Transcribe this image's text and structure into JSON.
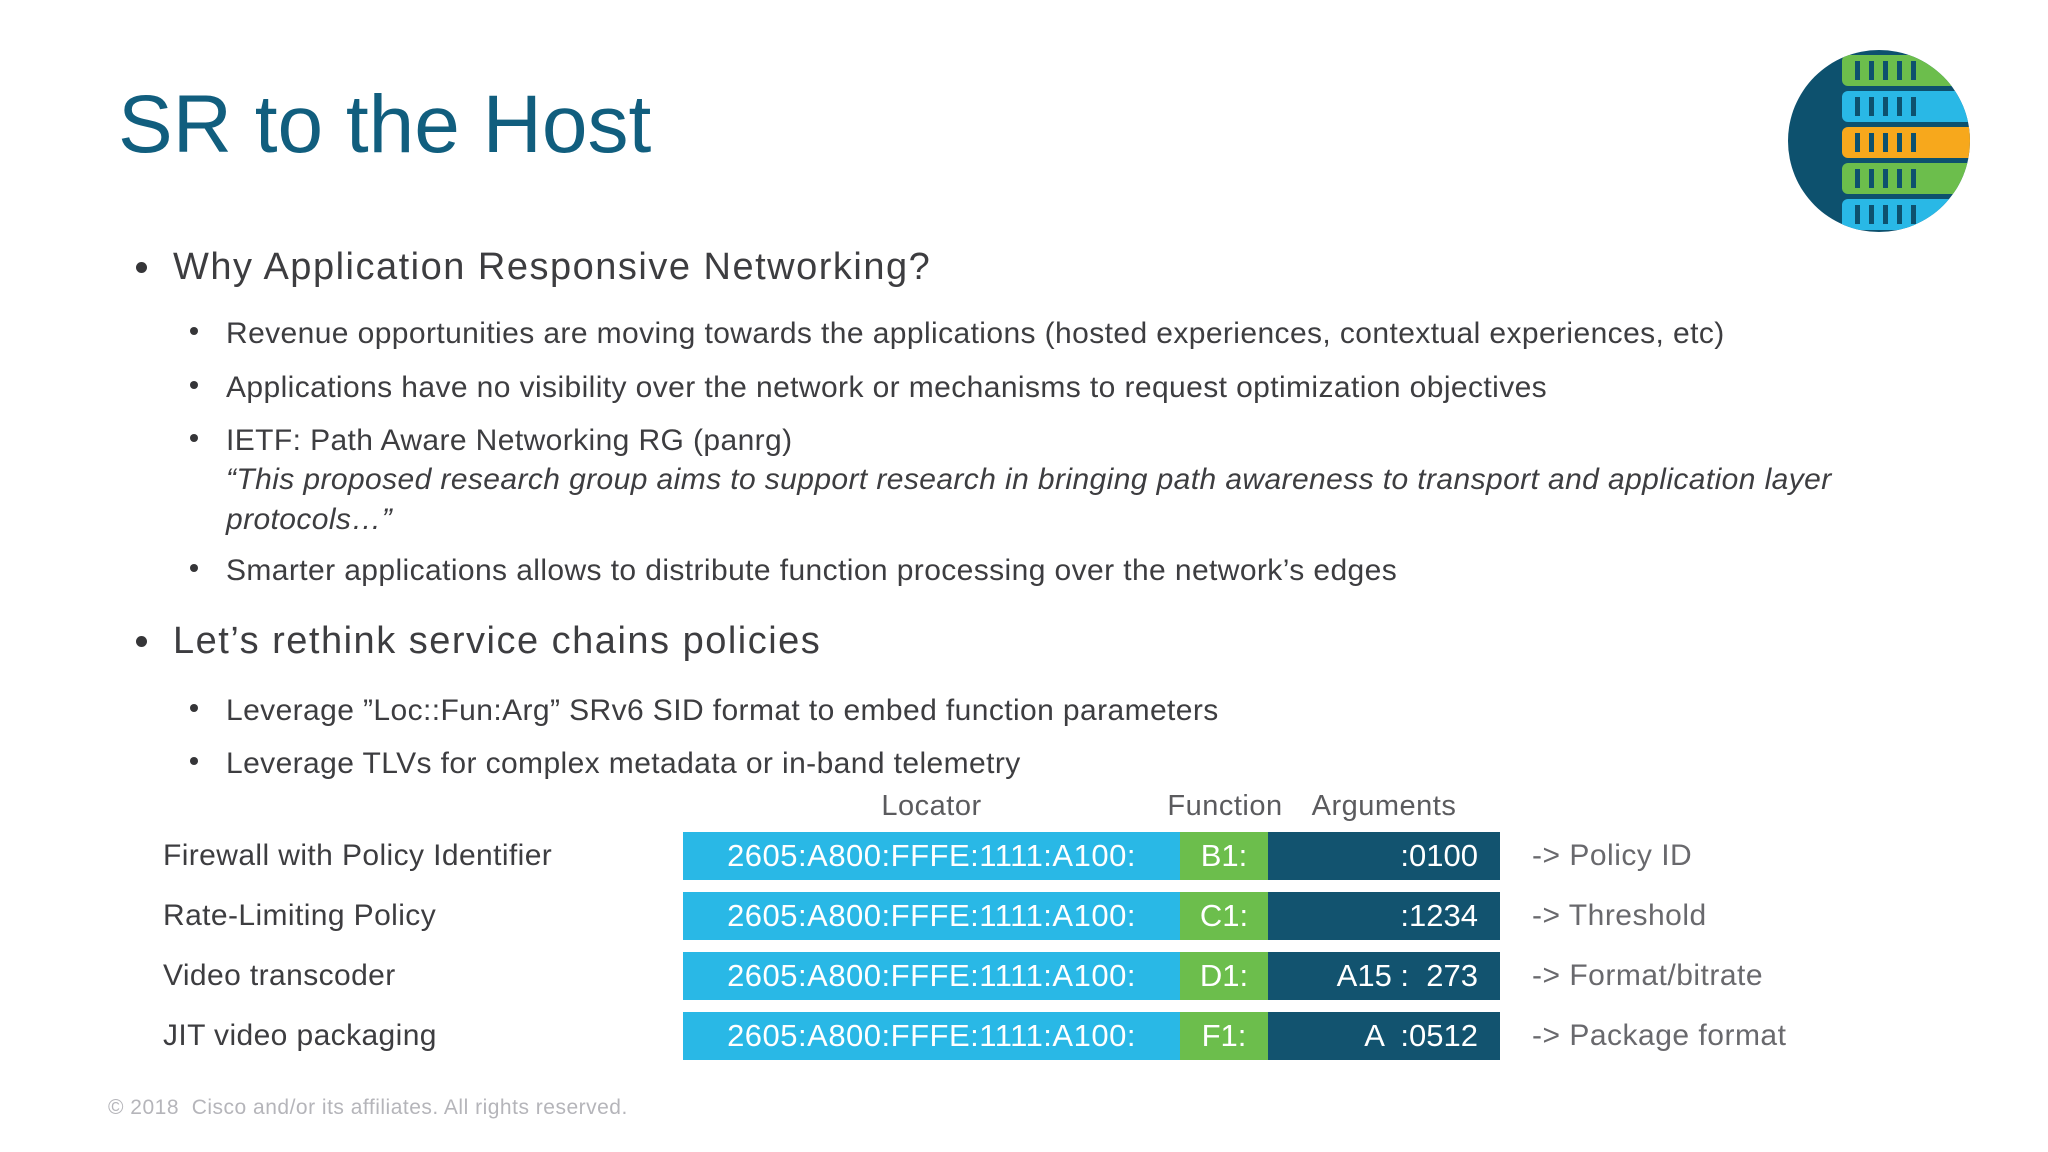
{
  "slide": {
    "title": "SR to the Host",
    "footer": "© 2018  Cisco and/or its affiliates. All rights reserved."
  },
  "colors": {
    "cyan": "#29b8e6",
    "green": "#6cbe4c",
    "dark_blue": "#12536f",
    "icon_navy": "#0d516e",
    "orange": "#f7a81c",
    "title_color": "#115e7e",
    "body_text": "#3d3d40",
    "muted_text": "#5b5b5e",
    "footer_text": "#b5b5ba"
  },
  "icon": {
    "name": "server-stack-icon"
  },
  "bullets": {
    "b1": {
      "label": "Why Application Responsive Networking?",
      "children": {
        "c1": "Revenue opportunities are moving towards the applications (hosted experiences, contextual experiences, etc)",
        "c2": "Applications have no visibility over the network or mechanisms to request optimization objectives",
        "c3": "IETF: Path Aware Networking RG (panrg)",
        "c3_quote": "“This proposed research group aims to support research in bringing path awareness to transport and application layer protocols…”",
        "c4": "Smarter applications allows to distribute function processing over the network’s edges"
      }
    },
    "b2": {
      "label": "Let’s rethink service chains policies",
      "children": {
        "c1": "Leverage ”Loc::Fun:Arg” SRv6 SID format to embed function parameters",
        "c2": "Leverage TLVs for complex metadata or in-band telemetry"
      }
    }
  },
  "table": {
    "headers": {
      "locator": "Locator",
      "function": "Function",
      "arguments": "Arguments"
    },
    "rows": [
      {
        "label": "Firewall with Policy Identifier",
        "locator": "2605:A800:FFFE:1111:A100:",
        "function": "B1:",
        "arguments": ":0100",
        "annotation": "-> Policy ID"
      },
      {
        "label": "Rate-Limiting Policy",
        "locator": "2605:A800:FFFE:1111:A100:",
        "function": "C1:",
        "arguments": ":1234",
        "annotation": "-> Threshold"
      },
      {
        "label": "Video transcoder",
        "locator": "2605:A800:FFFE:1111:A100:",
        "function": "D1:",
        "arguments": "A15 :  273",
        "annotation": "-> Format/bitrate"
      },
      {
        "label": "JIT video packaging",
        "locator": "2605:A800:FFFE:1111:A100:",
        "function": "F1:",
        "arguments": "A  :0512",
        "annotation": "-> Package format"
      }
    ]
  }
}
